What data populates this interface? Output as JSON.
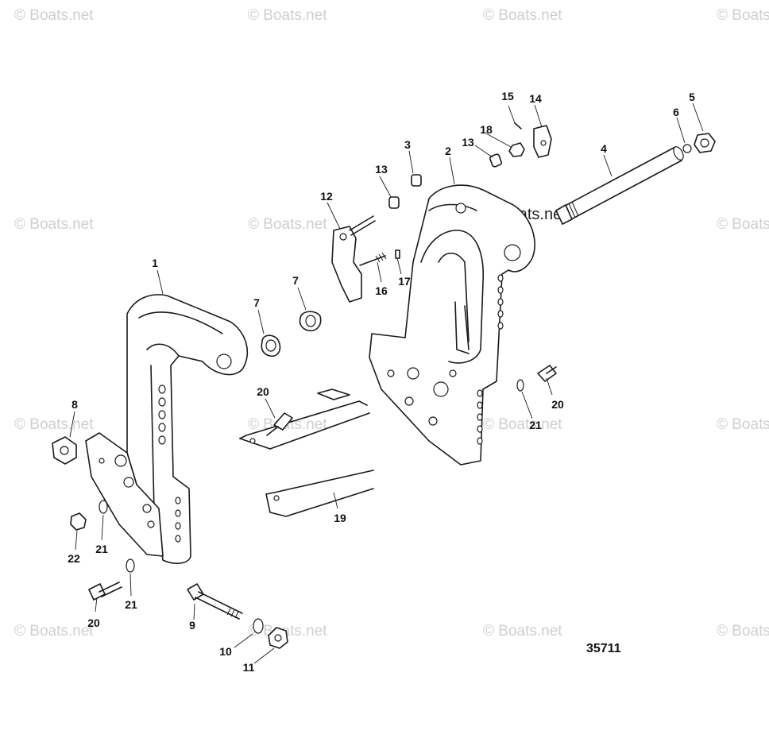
{
  "diagram": {
    "number": "35711",
    "watermark": "© Boats.net",
    "callouts": {
      "c1": "1",
      "c2": "2",
      "c3": "3",
      "c4": "4",
      "c5": "5",
      "c6": "6",
      "c7a": "7",
      "c7b": "7",
      "c8": "8",
      "c9": "9",
      "c10": "10",
      "c11": "11",
      "c12": "12",
      "c13a": "13",
      "c13b": "13",
      "c14": "14",
      "c15": "15",
      "c16": "16",
      "c17": "17",
      "c18": "18",
      "c19": "19",
      "c20a": "20",
      "c20b": "20",
      "c20c": "20",
      "c21a": "21",
      "c21b": "21",
      "c21c": "21",
      "c22": "22"
    }
  }
}
